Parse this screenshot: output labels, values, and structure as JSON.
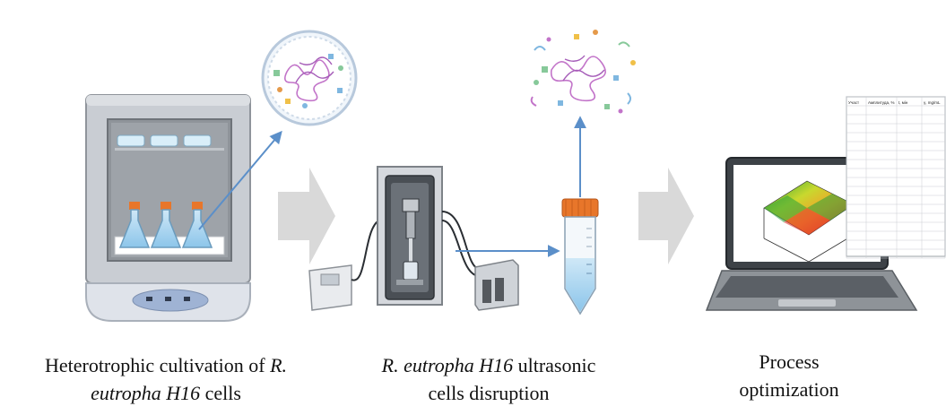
{
  "captions": {
    "left": {
      "line1_plain": "Heterotrophic cultivation of ",
      "line1_italic": "R.",
      "line2_italic": "eutropha H16",
      "line2_plain": " cells"
    },
    "middle": {
      "line1_italic": "R. eutropha H16",
      "line1_plain": " ultrasonic",
      "line2_plain": "cells disruption"
    },
    "right": {
      "line1": "Process",
      "line2": "optimization"
    }
  },
  "table": {
    "headers": [
      "Участ",
      "Амплитуда, %",
      "t, мін",
      "γ, mg/mL"
    ],
    "row_count": 17
  },
  "colors": {
    "arrow_blue": "#5b8fc9",
    "chevron_gray": "#d9d9d9",
    "incubator_body": "#c8ccd2",
    "tube_cap": "#e8762a",
    "liquid_blue": "#a9d3ee"
  },
  "icons": [
    "incubator-icon",
    "culture-flask-icon",
    "cell-icon",
    "lysed-cell-icon",
    "sonicator-icon",
    "centrifuge-tube-icon",
    "laptop-icon",
    "surface-plot-icon",
    "data-table-icon"
  ]
}
